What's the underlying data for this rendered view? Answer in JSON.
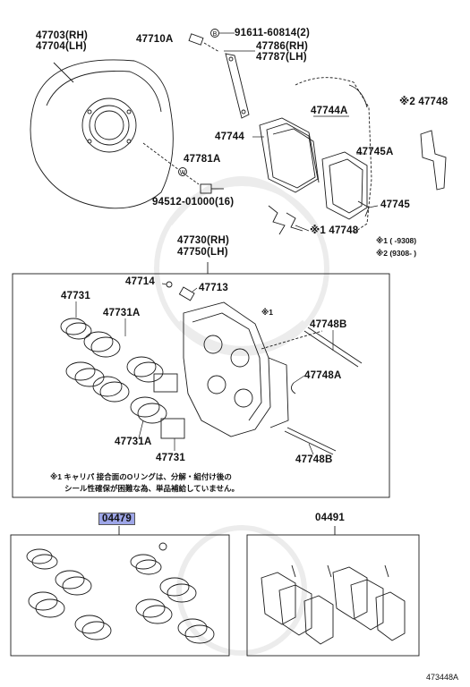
{
  "labels": {
    "shield_rh": "47703(RH)",
    "shield_lh": "47704(LH)",
    "p47710a": "47710A",
    "bolt_code": "91611-60814(2)",
    "p47786": "47786(RH)",
    "p47787": "47787(LH)",
    "p47748_top": "※2 47748",
    "p47744a": "47744A",
    "p47744": "47744",
    "p47745a": "47745A",
    "p47781a": "47781A",
    "p94512": "94512-01000(16)",
    "p47745": "47745",
    "p47748_mid": "※1 47748",
    "note1": "※1 (        -9308)",
    "note2": "※2 (9308-        )",
    "p47730": "47730(RH)",
    "p47750": "47750(LH)",
    "p47714": "47714",
    "p47713": "47713",
    "p47731_top": "47731",
    "p47731a_top": "47731A",
    "star1": "※1",
    "p47748b_top": "47748B",
    "p47748a": "47748A",
    "p47731a_bot": "47731A",
    "p47731_bot": "47731",
    "p47748b_bot": "47748B",
    "jp_note_line1": "※1 キャリパ 接合面のOリングは、分解・組付け後の",
    "jp_note_line2": "シール性確保が困難な為、単品補給していません。",
    "kit_seal": "04479",
    "kit_pad": "04491",
    "diagram_ref": "473448A"
  },
  "colors": {
    "highlight": "#9ea6e8",
    "line": "#1a1a1a",
    "watermark": "#ececec"
  },
  "icons": {
    "bolt_marker": "circle-b-icon",
    "washer_marker": "circle-w-icon"
  }
}
